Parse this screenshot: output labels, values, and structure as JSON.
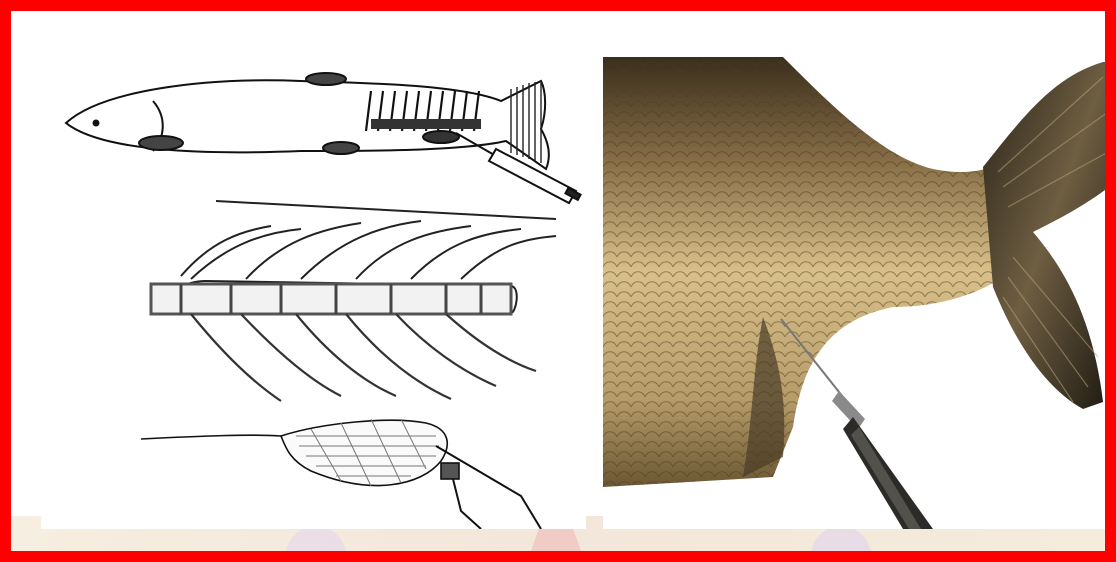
{
  "scene": {
    "frame_color": "#ff0000",
    "left_panel": {
      "kind": "line-drawing",
      "subjects": [
        "fish-outline",
        "needle-syringe",
        "fish-skeleton",
        "fins",
        "trap"
      ]
    },
    "right_panel": {
      "kind": "photograph",
      "subjects": [
        "fish-tail",
        "scales",
        "syringe-needle"
      ],
      "colors": {
        "scales_light": "#d9c08a",
        "scales_dark": "#5a4a30",
        "fin_dark": "#2a2418",
        "background": "#ffffff"
      }
    }
  }
}
